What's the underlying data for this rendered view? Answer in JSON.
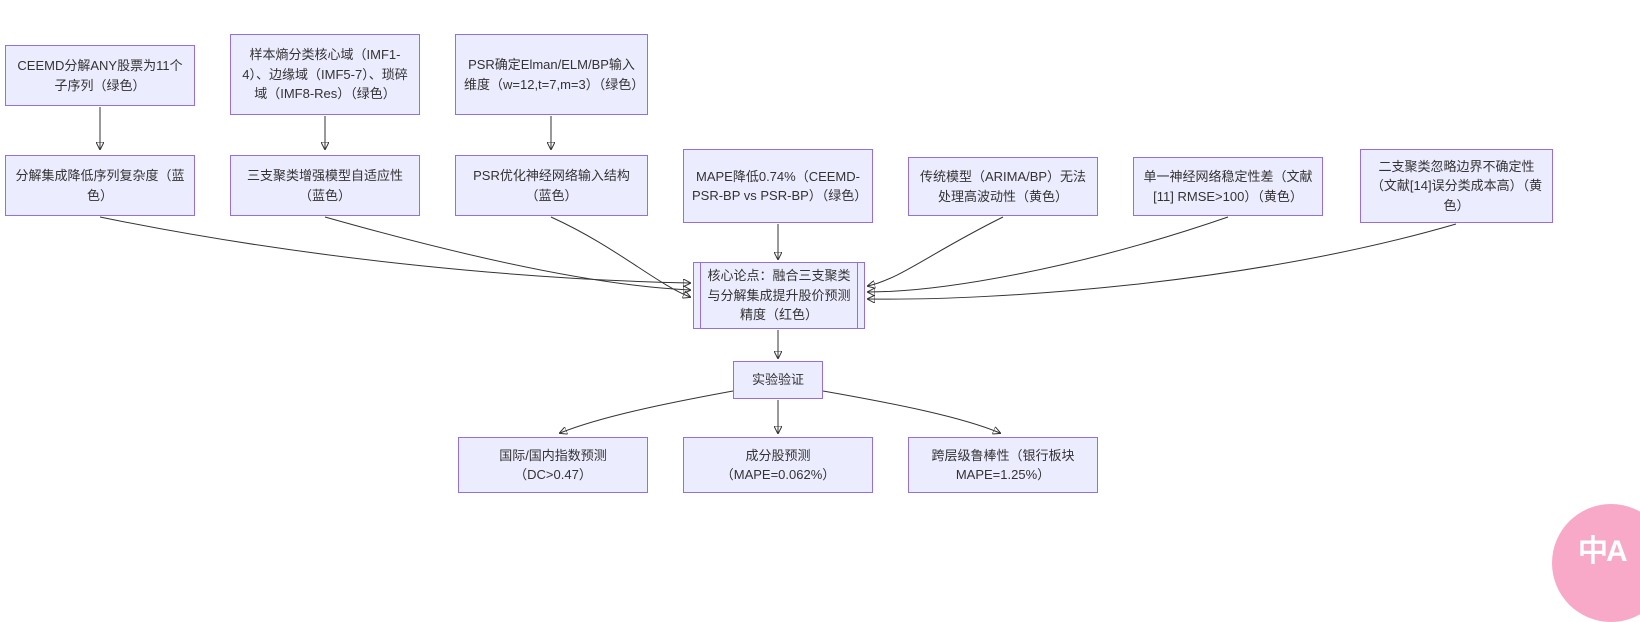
{
  "colors": {
    "node_fill": "#ECECFF",
    "node_border": "#9370DB",
    "edge": "#333333",
    "text": "#333333",
    "watermark_pink": "#F8A9C7"
  },
  "nodes": {
    "ceemd": {
      "label": "CEEMD分解ANY股票为11个子序列（绿色）"
    },
    "sample_entropy": {
      "label": "样本熵分类核心域（IMF1-4）、边缘域（IMF5-7）、琐碎域（IMF8-Res）（绿色）"
    },
    "psr_input": {
      "label": "PSR确定Elman/ELM/BP输入维度（w=12,t=7,m=3）（绿色）"
    },
    "decompose_complexity": {
      "label": "分解集成降低序列复杂度（蓝色）"
    },
    "three_way_adaptive": {
      "label": "三支聚类增强模型自适应性（蓝色）"
    },
    "psr_optimize": {
      "label": "PSR优化神经网络输入结构（蓝色）"
    },
    "mape_improve": {
      "label": "MAPE降低0.74%（CEEMD-PSR-BP vs PSR-BP）（绿色）"
    },
    "traditional_limit": {
      "label": "传统模型（ARIMA/BP）无法处理高波动性（黄色）"
    },
    "single_nn_unstable": {
      "label": "单一神经网络稳定性差（文献[11] RMSE>100）（黄色）"
    },
    "two_way_limit": {
      "label": "二支聚类忽略边界不确定性（文献[14]误分类成本高）（黄色）"
    },
    "core_thesis": {
      "label": "核心论点：融合三支聚类与分解集成提升股价预测精度（红色）"
    },
    "experiment": {
      "label": "实验验证"
    },
    "index_forecast": {
      "label": "国际/国内指数预测（DC>0.47）"
    },
    "constituent_forecast": {
      "label": "成分股预测（MAPE=0.062%）"
    },
    "robustness": {
      "label": "跨层级鲁棒性（银行板块MAPE=1.25%）"
    }
  },
  "edges": [
    {
      "from": "ceemd",
      "to": "decompose_complexity"
    },
    {
      "from": "sample_entropy",
      "to": "three_way_adaptive"
    },
    {
      "from": "psr_input",
      "to": "psr_optimize"
    },
    {
      "from": "decompose_complexity",
      "to": "core_thesis"
    },
    {
      "from": "three_way_adaptive",
      "to": "core_thesis"
    },
    {
      "from": "psr_optimize",
      "to": "core_thesis"
    },
    {
      "from": "mape_improve",
      "to": "core_thesis"
    },
    {
      "from": "traditional_limit",
      "to": "core_thesis"
    },
    {
      "from": "single_nn_unstable",
      "to": "core_thesis"
    },
    {
      "from": "two_way_limit",
      "to": "core_thesis"
    },
    {
      "from": "core_thesis",
      "to": "experiment"
    },
    {
      "from": "experiment",
      "to": "index_forecast"
    },
    {
      "from": "experiment",
      "to": "constituent_forecast"
    },
    {
      "from": "experiment",
      "to": "robustness"
    }
  ],
  "watermark": {
    "label": "中A"
  }
}
